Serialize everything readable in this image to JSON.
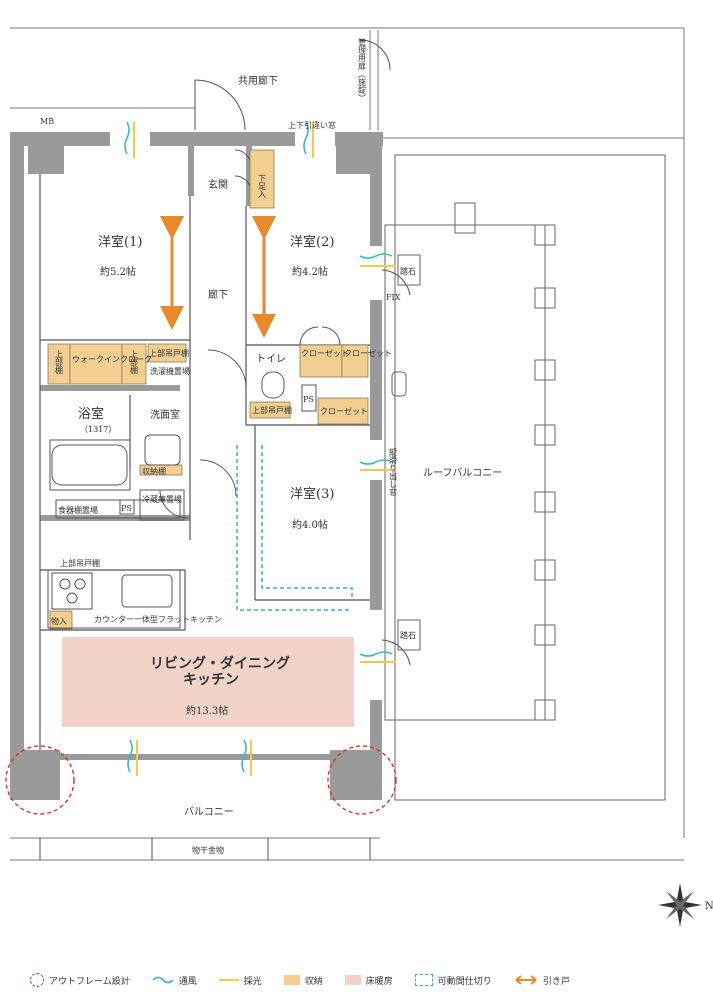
{
  "rooms": {
    "common_corridor": "共用廊下",
    "management_door": "管理用扉（施錠）",
    "mb": "MB",
    "upper_window": "上下引違い窓",
    "entrance": "玄関",
    "shoe_box": "下足入",
    "western1_name": "洋室(1)",
    "western1_size": "約5.2帖",
    "western2_name": "洋室(2)",
    "western2_size": "約4.2帖",
    "corridor": "廊下",
    "walkin_closet": "ウォークインクローク",
    "upper_shelf": "上部棚",
    "upper_cabinet": "上部吊戸棚",
    "washer_space": "洗濯機置場",
    "toilet": "トイレ",
    "closet": "クローゼット",
    "closet_short": "クローゼット",
    "bath": "浴室",
    "bath_size": "（1317）",
    "washroom": "洗面室",
    "storage_shelf": "収納棚",
    "ps": "PS",
    "dishwasher_space": "食器棚置場",
    "fridge_space": "冷蔵庫置場",
    "western3_name": "洋室(3)",
    "western3_size": "約4.0帖",
    "fix_window": "FIX",
    "slide_window": "縦滑り出し窓",
    "step_stone": "踏石",
    "roof_balcony": "ルーフバルコニー",
    "upper_cabinet_kitchen": "上部吊戸棚",
    "counter_kitchen": "カウンター一体型フラットキッチン",
    "storage": "物入",
    "ldk_name1": "リビング・ダイニング",
    "ldk_name2": "キッチン",
    "ldk_size": "約13.3帖",
    "balcony": "バルコニー",
    "drying_hardware": "物干金物"
  },
  "compass": {
    "north": "N"
  },
  "legend": [
    {
      "key": "outframe",
      "label": "アウトフレーム設計"
    },
    {
      "key": "ventilation",
      "label": "通風"
    },
    {
      "key": "daylight",
      "label": "採光"
    },
    {
      "key": "storage",
      "label": "収納"
    },
    {
      "key": "floorheat",
      "label": "床暖房"
    },
    {
      "key": "partition",
      "label": "可動間仕切り"
    },
    {
      "key": "sliding",
      "label": "引き戸"
    }
  ],
  "colors": {
    "wall": "#9a9a9a",
    "storage": "#f2cf91",
    "floorheat": "#f2d3c8",
    "ventilation": "#3db8c9",
    "daylight": "#f7c948",
    "sliding": "#e8892a",
    "outframe": "#d9342b",
    "partition": "#3fa9d6"
  }
}
